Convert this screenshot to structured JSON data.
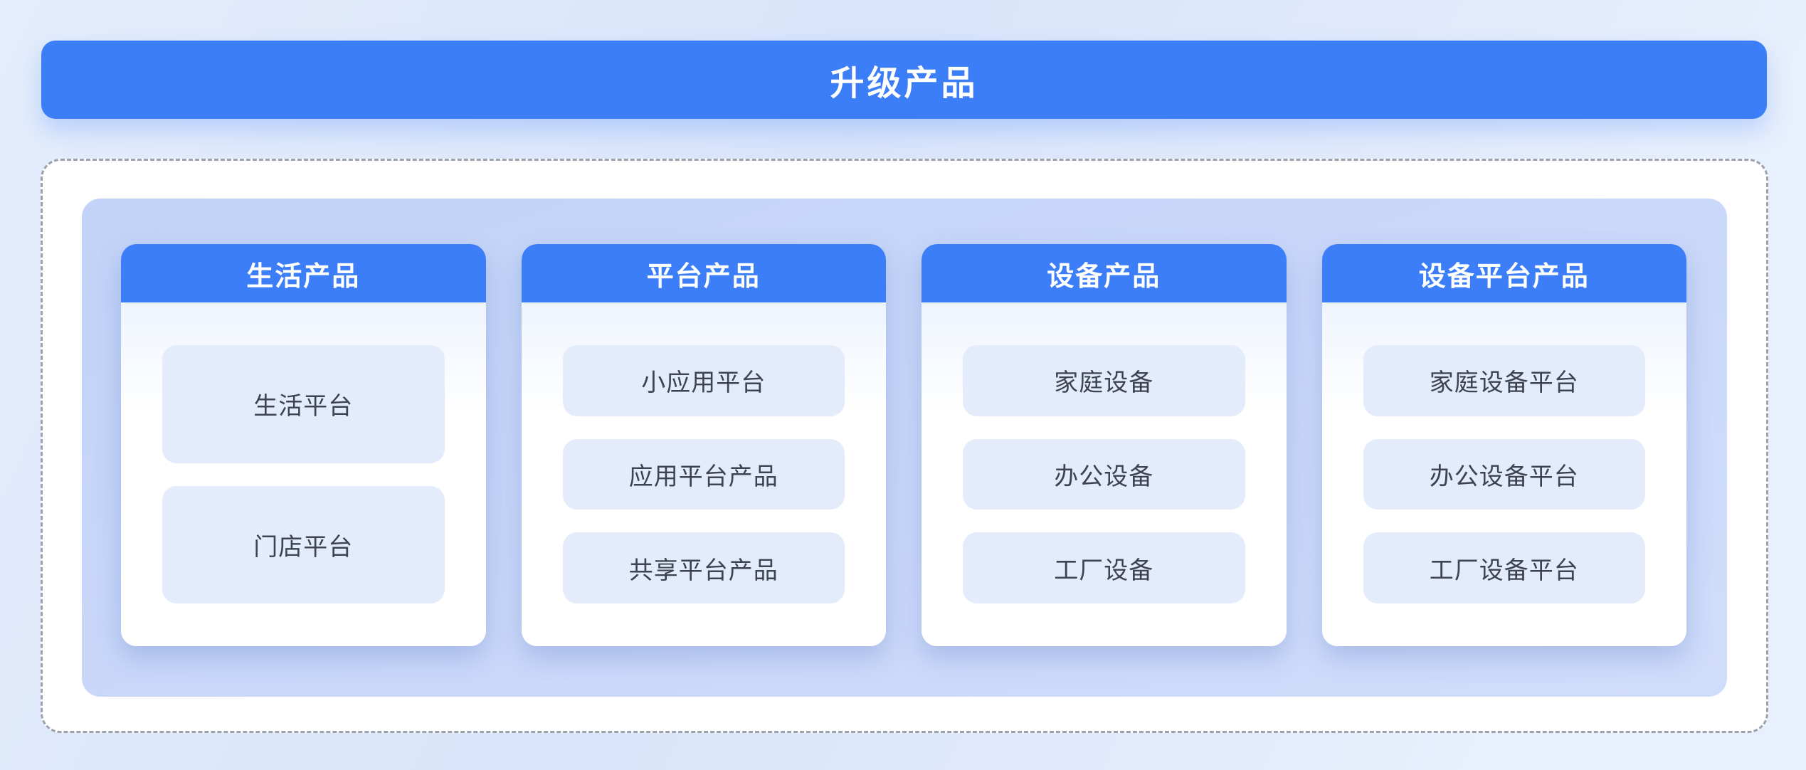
{
  "title": {
    "text": "升级产品"
  },
  "columns": [
    {
      "header": "生活产品",
      "items": [
        "生活平台",
        "门店平台"
      ]
    },
    {
      "header": "平台产品",
      "items": [
        "小应用平台",
        "应用平台产品",
        "共享平台产品"
      ]
    },
    {
      "header": "设备产品",
      "items": [
        "家庭设备",
        "办公设备",
        "工厂设备"
      ]
    },
    {
      "header": "设备平台产品",
      "items": [
        "家庭设备平台",
        "办公设备平台",
        "工厂设备平台"
      ]
    }
  ],
  "colors": {
    "accent_blue": "#3b7ef7",
    "panel_blue": "#c7d6f8",
    "item_fill": "#e4ecfb",
    "item_text": "#3d4350",
    "page_background": "#dde8fb",
    "dash_border": "#9ca3ad",
    "card_background": "#ffffff"
  }
}
